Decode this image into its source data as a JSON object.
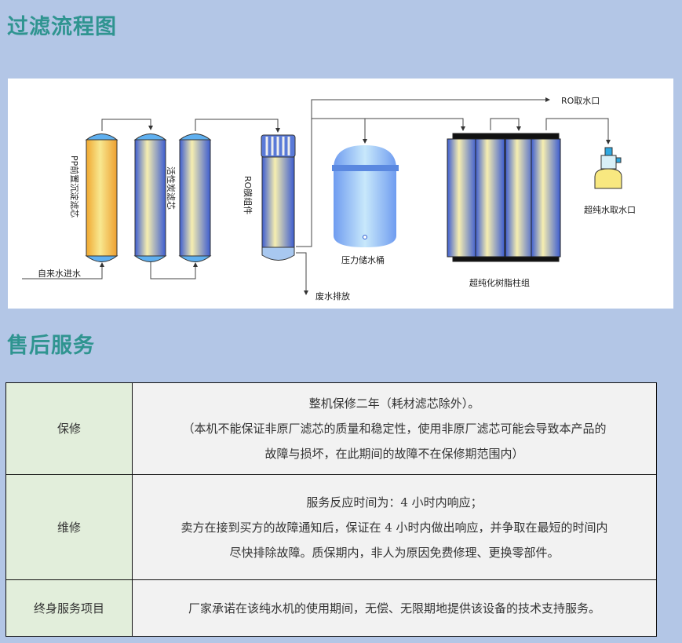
{
  "sections": {
    "flow_title": "过滤流程图",
    "service_title": "售后服务"
  },
  "diagram": {
    "pp_filter": "PP前置沉淀滤芯",
    "carbon_filter": "活性炭滤芯",
    "ro_module": "RO膜组件",
    "tap_inlet": "自来水进水",
    "waste_outlet": "废水排放",
    "pressure_tank": "压力储水桶",
    "ro_outlet": "RO取水口",
    "resin_group": "超纯化树脂柱组",
    "ultrapure_outlet": "超纯水取水口"
  },
  "service_table": [
    {
      "label": "保修",
      "lines": [
        "整机保修二年（耗材滤芯除外）。",
        "（本机不能保证非原厂滤芯的质量和稳定性，使用非原厂滤芯可能会导致本产品的",
        "故障与损坏，在此期间的故障不在保修期范围内）"
      ]
    },
    {
      "label": "维修",
      "lines": [
        "服务反应时间为：4 小时内响应；",
        "卖方在接到买方的故障通知后，保证在 4 小时内做出响应，并争取在最短的时间内",
        "尽快排除故障。质保期内，非人为原因免费修理、更换零部件。"
      ]
    },
    {
      "label": "终身服务项目",
      "lines": [
        "厂家承诺在该纯水机的使用期间，无偿、无限期地提供该设备的技术支持服务。"
      ]
    }
  ]
}
